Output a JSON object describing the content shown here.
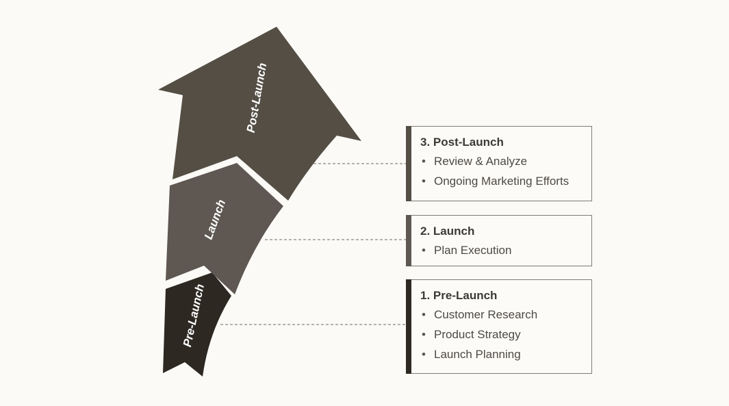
{
  "stages": [
    {
      "number": "3.",
      "name": "Post-Launch",
      "arrow_label": "Post-Launch",
      "items": [
        "Review & Analyze",
        "Ongoing Marketing Efforts"
      ],
      "color": "#544e45"
    },
    {
      "number": "2.",
      "name": "Launch",
      "arrow_label": "Launch",
      "items": [
        "Plan Execution"
      ],
      "color": "#5e5752"
    },
    {
      "number": "1.",
      "name": "Pre-Launch",
      "arrow_label": "Pre-Launch",
      "items": [
        "Customer Research",
        "Product Strategy",
        "Launch Planning"
      ],
      "color": "#2d2822"
    }
  ]
}
